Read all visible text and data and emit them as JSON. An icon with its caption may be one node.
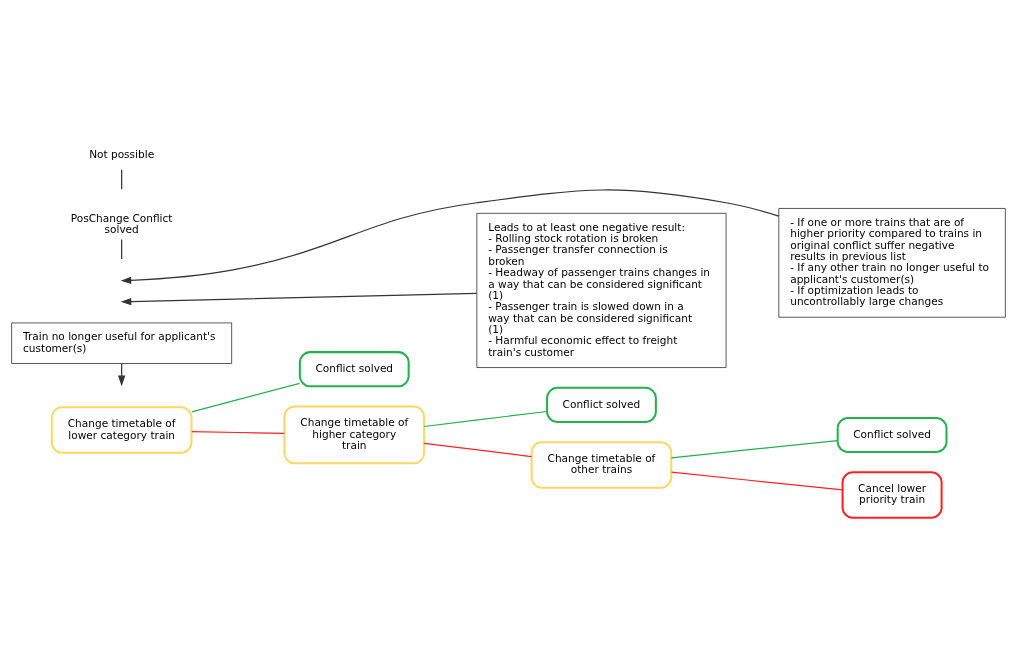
{
  "diagram": {
    "nodes": [
      {
        "text": [
          "Change timetable of lower category train"
        ]
      },
      {
        "text": [
          "Conflict solved"
        ]
      },
      {
        "text": [
          "Change timetable of higher category train"
        ]
      },
      {
        "text": [
          "Conflict solved"
        ]
      },
      {
        "text": [
          "Change timetable of other trains"
        ]
      },
      {
        "text": [
          "Conflict solved"
        ]
      },
      {
        "text": [
          "Cancel lower priority train"
        ]
      },
      {
        "text": [
          "Train no longer useful for applicant's customer(s)"
        ]
      },
      {
        "text": [
          "Leads to at least one negative result:",
          "- Rolling stock rotation is broken",
          "- Passenger transfer connection is broken",
          "- Headway of passenger trains changes in a way that can be considered significant (1)",
          "- Passenger train is slowed down in a way that can be considered significant (1)",
          "- Harmful economic effect to freight train's customer"
        ]
      },
      {
        "text": [
          "- If one or more trains that are of higher priority compared to trains in original conflict suffer negative results in previous list",
          "- If any other train no longer useful to applicant's customer(s)",
          "- If optimization leads to uncontrollably large changes"
        ]
      },
      {
        "text": [
          "PosChange Conflict solved"
        ]
      },
      {
        "text": [
          "Not possible"
        ]
      }
    ],
    "edges": [
      {
        "from": 0,
        "to": 1,
        "arrow": "none",
        "color": "#22b14c"
      },
      {
        "from": 0,
        "to": 2,
        "arrow": "none",
        "color": "#ff2020"
      },
      {
        "from": 2,
        "to": 3,
        "arrow": "none",
        "color": "#22b14c"
      },
      {
        "from": 2,
        "to": 4,
        "arrow": "none",
        "color": "#ff2020"
      },
      {
        "from": 4,
        "to": 5,
        "arrow": "none",
        "color": "#22b14c"
      },
      {
        "from": 4,
        "to": 6,
        "arrow": "none",
        "color": "#ff2020"
      },
      {
        "from": 7,
        "to": null,
        "arrow": "to"
      },
      {
        "from": 8,
        "to": null,
        "arrow": "to"
      },
      {
        "from": 9,
        "to": null,
        "arrow": "to"
      },
      {
        "from": 10,
        "to": null,
        "arrow": "none"
      },
      {
        "from": 11,
        "to": null,
        "arrow": "none"
      }
    ]
  }
}
